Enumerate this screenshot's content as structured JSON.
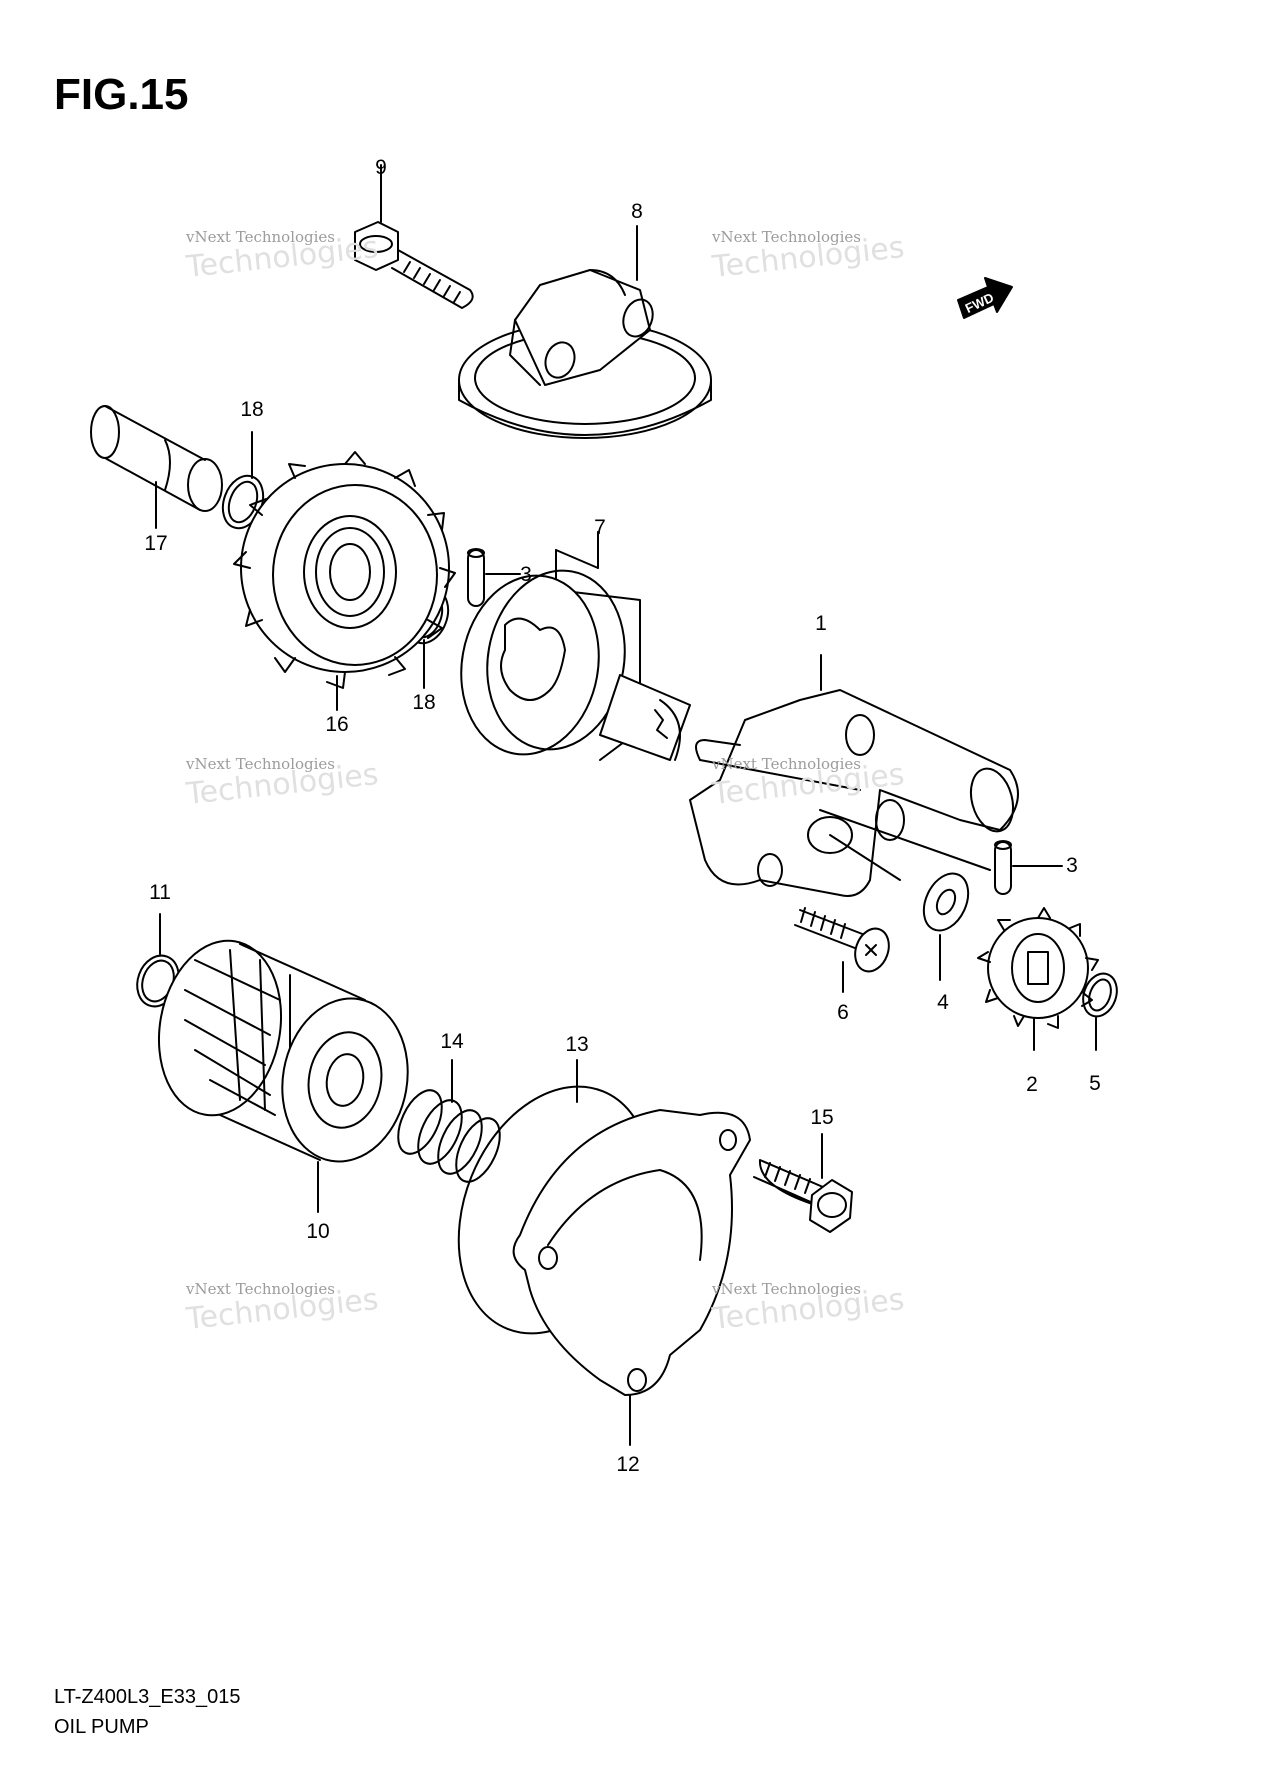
{
  "figure": {
    "title": "FIG.15"
  },
  "forward_badge": {
    "label": "FWD"
  },
  "parts": [
    {
      "number": "1"
    },
    {
      "number": "2"
    },
    {
      "number": "3"
    },
    {
      "number": "3"
    },
    {
      "number": "4"
    },
    {
      "number": "5"
    },
    {
      "number": "6"
    },
    {
      "number": "7"
    },
    {
      "number": "8"
    },
    {
      "number": "9"
    },
    {
      "number": "10"
    },
    {
      "number": "11"
    },
    {
      "number": "12"
    },
    {
      "number": "13"
    },
    {
      "number": "14"
    },
    {
      "number": "15"
    },
    {
      "number": "16"
    },
    {
      "number": "17"
    },
    {
      "number": "18"
    },
    {
      "number": "18"
    }
  ],
  "watermark": {
    "line1": "vNext Technologies",
    "line2": "Technologies"
  },
  "footer": {
    "code": "LT-Z400L3_E33_015",
    "name": "OIL PUMP"
  }
}
